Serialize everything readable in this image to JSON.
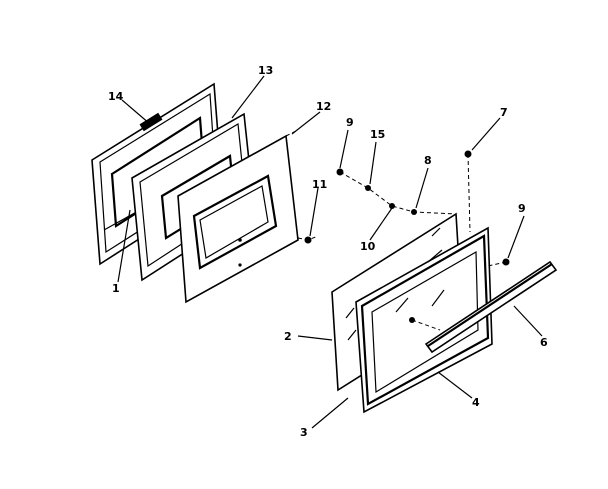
{
  "callouts": [
    {
      "id": "c14",
      "text": "14"
    },
    {
      "id": "c13",
      "text": "13"
    },
    {
      "id": "c12",
      "text": "12"
    },
    {
      "id": "c9a",
      "text": "9"
    },
    {
      "id": "c15",
      "text": "15"
    },
    {
      "id": "c8",
      "text": "8"
    },
    {
      "id": "c7",
      "text": "7"
    },
    {
      "id": "c11",
      "text": "11"
    },
    {
      "id": "c10",
      "text": "10"
    },
    {
      "id": "c9b",
      "text": "9"
    },
    {
      "id": "c1",
      "text": "1"
    },
    {
      "id": "c2",
      "text": "2"
    },
    {
      "id": "c6",
      "text": "6"
    },
    {
      "id": "c4",
      "text": "4"
    },
    {
      "id": "c3",
      "text": "3"
    }
  ]
}
